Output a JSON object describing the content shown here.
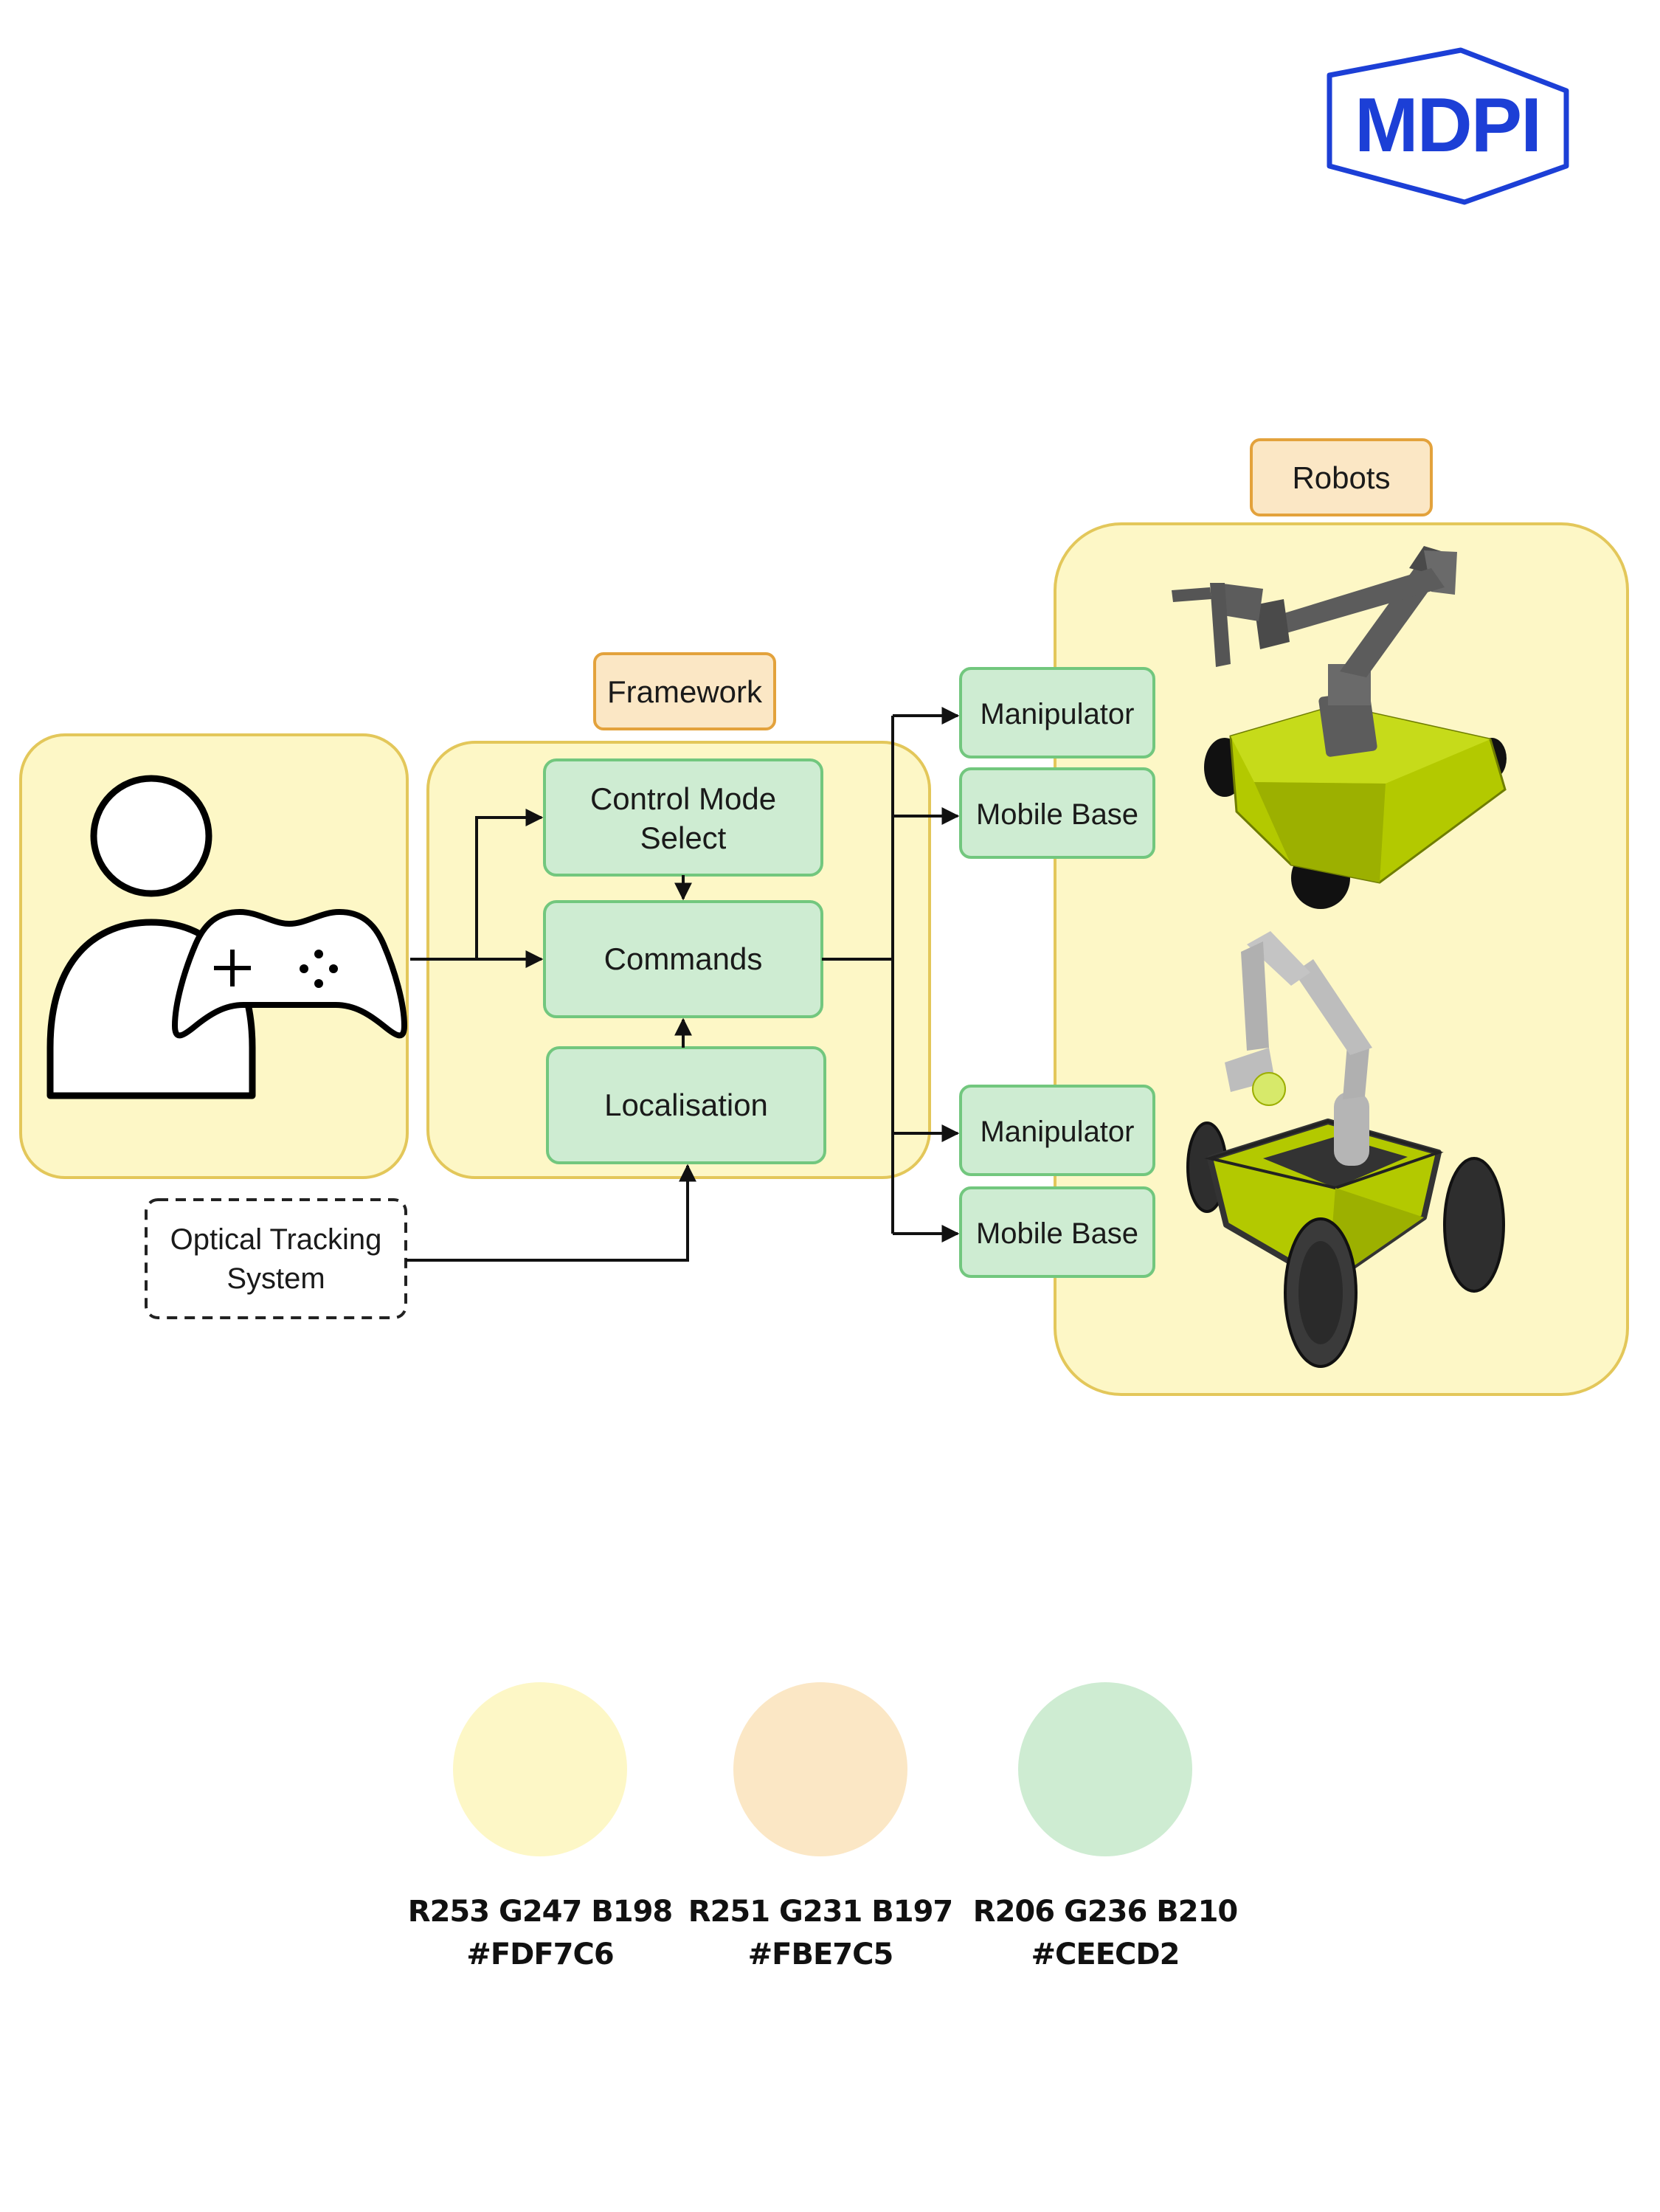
{
  "logo": {
    "text": "MDPI",
    "color": "#1c3fd6"
  },
  "colors": {
    "yellow": "#FDF7C6",
    "orange": "#FBE7C5",
    "green": "#CEECD2",
    "yellow_border": "#e3c75a",
    "orange_border": "#e3a23c",
    "green_border": "#72c77e",
    "robot_lime": "#b3c900",
    "robot_gray": "#5c5c5c"
  },
  "diagram": {
    "labels": {
      "framework": "Framework",
      "robots": "Robots"
    },
    "nodes": {
      "control_mode_select_line1": "Control Mode",
      "control_mode_select_line2": "Select",
      "commands": "Commands",
      "localisation": "Localisation",
      "optical_tracking_line1": "Optical Tracking",
      "optical_tracking_line2": "System",
      "manipulator_1": "Manipulator",
      "mobile_base_1": "Mobile Base",
      "manipulator_2": "Manipulator",
      "mobile_base_2": "Mobile Base"
    },
    "icons": [
      "user-icon",
      "gamepad-icon",
      "robot-arm-tracked-base-icon",
      "robot-arm-wheeled-base-icon"
    ]
  },
  "swatches": [
    {
      "rgb": "R253 G247 B198",
      "hex": "#FDF7C6",
      "color": "#FDF7C6"
    },
    {
      "rgb": "R251 G231 B197",
      "hex": "#FBE7C5",
      "color": "#FBE7C5"
    },
    {
      "rgb": "R206 G236 B210",
      "hex": "#CEECD2",
      "color": "#CEECD2"
    }
  ]
}
